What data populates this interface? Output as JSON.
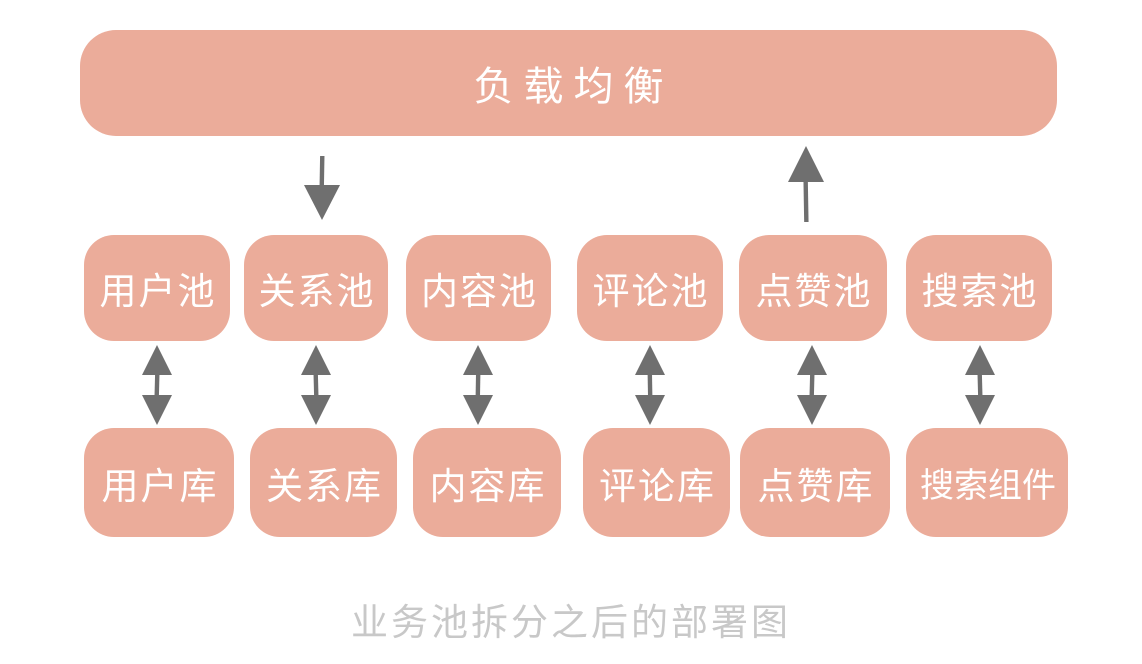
{
  "diagram": {
    "load_balancer": {
      "label": "负载均衡"
    },
    "pools": [
      {
        "label": "用户池"
      },
      {
        "label": "关系池"
      },
      {
        "label": "内容池"
      },
      {
        "label": "评论池"
      },
      {
        "label": "点赞池"
      },
      {
        "label": "搜索池"
      }
    ],
    "stores": [
      {
        "label": "用户库"
      },
      {
        "label": "关系库"
      },
      {
        "label": "内容库"
      },
      {
        "label": "评论库"
      },
      {
        "label": "点赞库"
      },
      {
        "label": "搜索组件"
      }
    ],
    "caption": "业务池拆分之后的部署图",
    "colors": {
      "box_fill": "#EBAC9A",
      "box_text": "#FFFFFF",
      "arrow": "#6F6F6F",
      "caption_text": "#C8C8C8",
      "background": "#FFFFFF"
    }
  }
}
